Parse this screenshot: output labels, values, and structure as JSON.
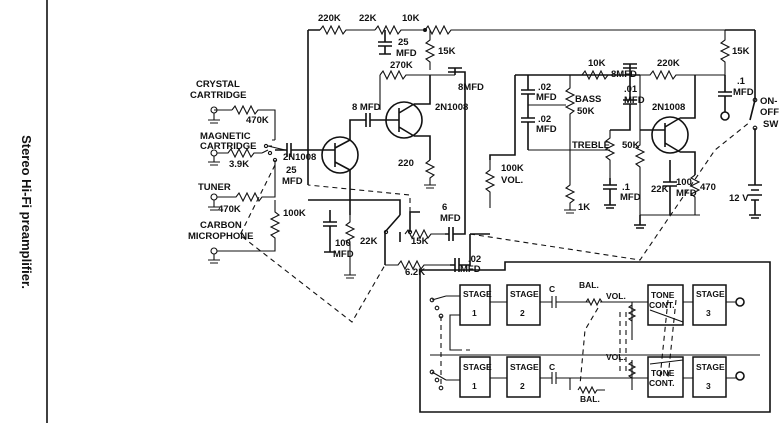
{
  "figure": {
    "caption": "Stereo Hi-Fi preamplifier."
  },
  "inputs": {
    "crystal": "CRYSTAL",
    "cartridge": "CARTRIDGE",
    "magnetic": "MAGNETIC",
    "magnetic_cartridge": "CARTRIDGE",
    "tuner": "TUNER",
    "carbon": "CARBON",
    "microphone": "MICROPHONE"
  },
  "components": {
    "r_470k_a": "470K",
    "r_3_9k": "3.9K",
    "r_470k_b": "470K",
    "r_100k": "100K",
    "c_25": "25",
    "c_25_mfd": "MFD",
    "q1": "2N1008",
    "r_220k_top": "220K",
    "r_22k_top": "22K",
    "r_10k_top": "10K",
    "c_25_top": "25",
    "c_25_top_mfd": "MFD",
    "r_15k_top": "15K",
    "r_270k": "270K",
    "c_8mfd_a": "8MFD",
    "c_8mfd_b": "8 MFD",
    "q2": "2N1008",
    "r_220": "220",
    "c_100_a": "100",
    "c_100_a_mfd": "MFD",
    "r_22k_bot": "22K",
    "c_6": "6",
    "c_6_mfd": "MFD",
    "r_15k_mid": "15K",
    "r_6_2k": "6.2K",
    "c_02_out": ".02",
    "c_02_out_mfd": "MFD",
    "c_02_a": ".02",
    "c_02_a_mfd": "MFD",
    "c_02_b": ".02",
    "c_02_b_mfd": "MFD",
    "bass": "BASS",
    "bass_val": "50K",
    "treble": "TREBLE",
    "treble_val": "50K",
    "vol_val": "100K",
    "vol": "VOL.",
    "r_1k": "1K",
    "r_10k_tone": "10K",
    "c_8mfd_c": "8MFD",
    "c_01": ".01",
    "c_01_mfd": "MFD",
    "c_1_a": ".1",
    "c_1_a_mfd": "MFD",
    "r_220k_tone": "220K",
    "q3": "2N1008",
    "r_22k_q3": "22K",
    "c_100_b": "100",
    "c_100_b_mfd": "MFD",
    "r_470": "470",
    "r_15k_right": "15K",
    "c_1_b": ".1",
    "c_1_b_mfd": "MFD",
    "on": "ON-",
    "off": "OFF",
    "sw": "SW",
    "battery": "12 V"
  },
  "block": {
    "stage": "STAGE",
    "one": "1",
    "two": "2",
    "three": "3",
    "c": "C",
    "bal": "BAL.",
    "vol": "VOL.",
    "tone": "TONE",
    "cont": "CONT."
  }
}
